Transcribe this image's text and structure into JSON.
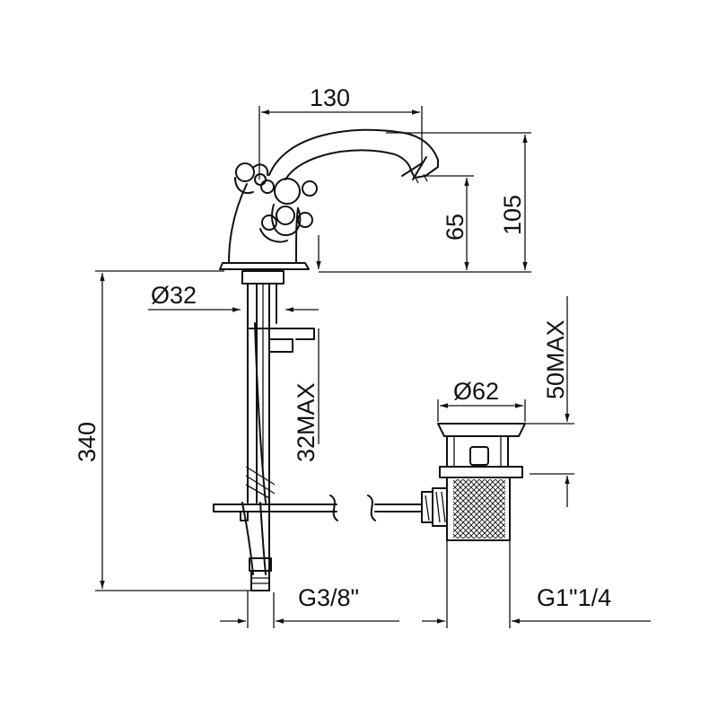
{
  "dimensions": {
    "spout_reach": "130",
    "total_height": "105",
    "spout_height": "65",
    "body_diameter": "Ø32",
    "max_deck_thickness_tap": "32MAX",
    "overall_length": "340",
    "max_deck_thickness_waste": "50MAX",
    "waste_diameter": "Ø62",
    "tap_thread": "G3/8\"",
    "waste_thread": "G1\"1/4"
  },
  "colors": {
    "line": "#111111",
    "background": "#ffffff"
  }
}
